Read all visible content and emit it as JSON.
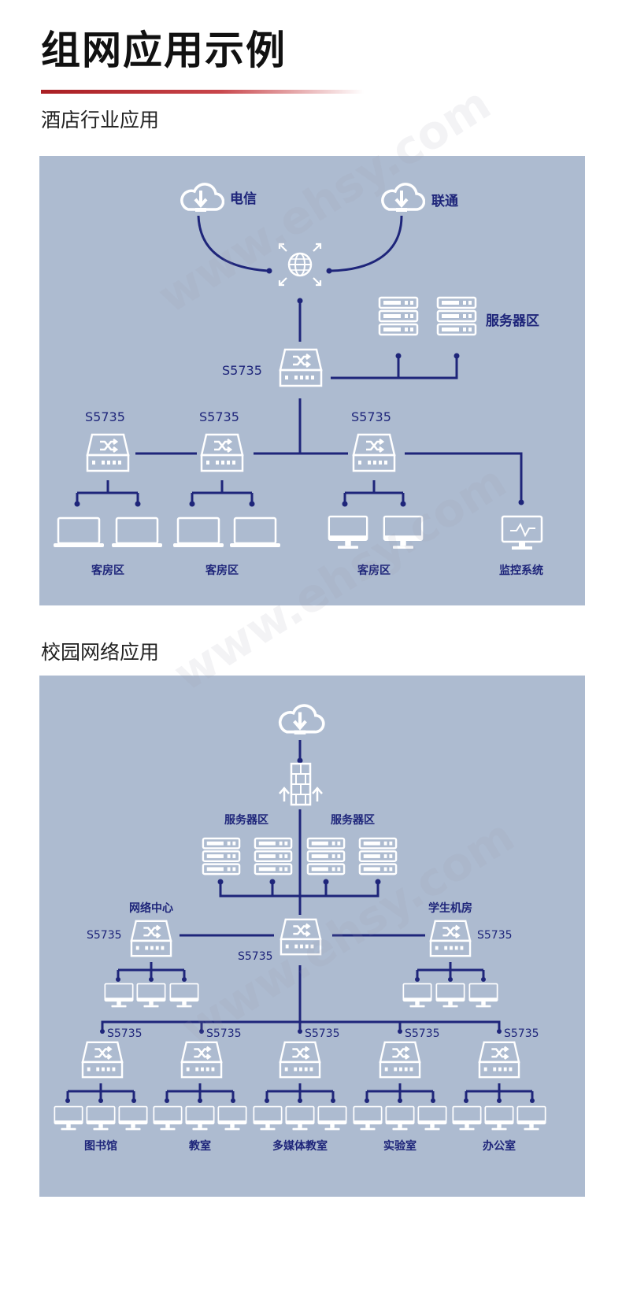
{
  "page": {
    "title": "组网应用示例",
    "accent_color": "#a91e23",
    "watermark": "www.ehsy.com"
  },
  "hotel": {
    "section_label": "酒店行业应用",
    "isp1": "电信",
    "isp2": "联通",
    "server_area": "服务器区",
    "core_switch": "S5735",
    "access_switches": [
      "S5735",
      "S5735",
      "S5735"
    ],
    "areas": [
      "客房区",
      "客房区",
      "客房区",
      "监控系统"
    ]
  },
  "campus": {
    "section_label": "校园网络应用",
    "server_area_left": "服务器区",
    "server_area_right": "服务器区",
    "core_switch": "S5735",
    "left_group_label": "网络中心",
    "left_switch": "S5735",
    "right_group_label": "学生机房",
    "right_switch": "S5735",
    "access_switches": [
      "S5735",
      "S5735",
      "S5735",
      "S5735",
      "S5735"
    ],
    "areas": [
      "图书馆",
      "教室",
      "多媒体教室",
      "实验室",
      "办公室"
    ]
  },
  "colors": {
    "panel_bg": "#adbbd0",
    "line": "#1e257a",
    "device": "#ffffff"
  }
}
